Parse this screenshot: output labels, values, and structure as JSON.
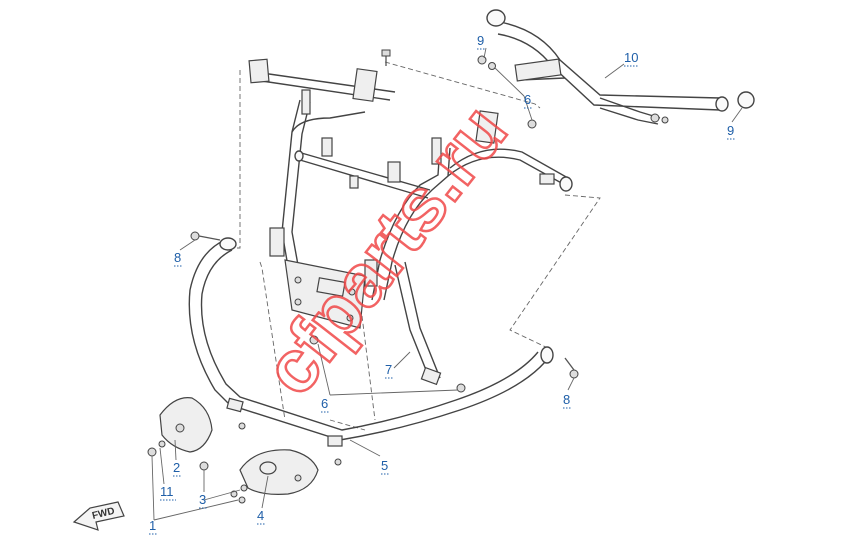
{
  "watermark": {
    "text": "cfparts.ru",
    "color": "#f04848"
  },
  "direction_badge": {
    "text": "FWD"
  },
  "callouts": [
    {
      "id": "c10",
      "label": "10"
    },
    {
      "id": "c9a",
      "label": "9"
    },
    {
      "id": "c9b",
      "label": "9"
    },
    {
      "id": "c6a",
      "label": "6"
    },
    {
      "id": "c6b",
      "label": "6"
    },
    {
      "id": "c8a",
      "label": "8"
    },
    {
      "id": "c8b",
      "label": "8"
    },
    {
      "id": "c7",
      "label": "7"
    },
    {
      "id": "c5",
      "label": "5"
    },
    {
      "id": "c2",
      "label": "2"
    },
    {
      "id": "c11",
      "label": "11"
    },
    {
      "id": "c3",
      "label": "3"
    },
    {
      "id": "c4",
      "label": "4"
    },
    {
      "id": "c1",
      "label": "1"
    }
  ],
  "colors": {
    "callout": "#1f5fa8",
    "line": "#444444"
  }
}
